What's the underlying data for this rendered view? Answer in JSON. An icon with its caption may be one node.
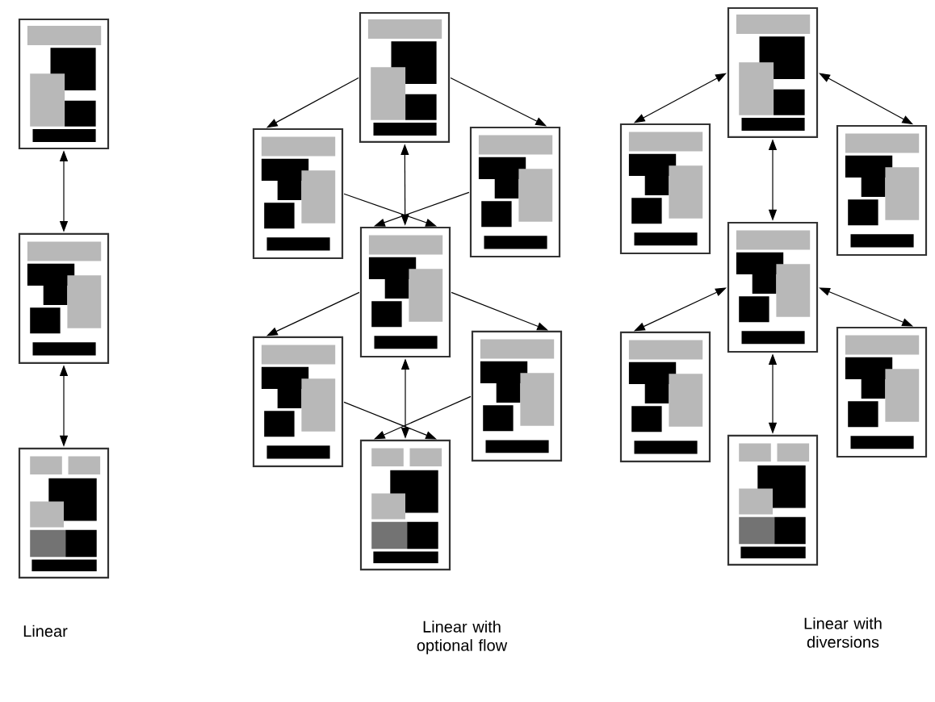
{
  "diagram": {
    "nodes": [
      {
        "text": [],
        "shape": "picture"
      },
      {
        "text": [],
        "shape": "picture"
      },
      {
        "text": [],
        "shape": "picture"
      },
      {
        "text": [],
        "shape": "picture"
      },
      {
        "text": [],
        "shape": "picture"
      },
      {
        "text": [],
        "shape": "picture"
      },
      {
        "text": [],
        "shape": "picture"
      },
      {
        "text": [],
        "shape": "picture"
      },
      {
        "text": [],
        "shape": "picture"
      },
      {
        "text": [],
        "shape": "picture"
      },
      {
        "text": [],
        "shape": "picture"
      },
      {
        "text": [],
        "shape": "picture"
      },
      {
        "text": [],
        "shape": "picture"
      },
      {
        "text": [],
        "shape": "picture"
      },
      {
        "text": [],
        "shape": "picture"
      },
      {
        "text": [],
        "shape": "picture"
      },
      {
        "text": [],
        "shape": "picture"
      }
    ],
    "edges": [
      {
        "from": 0,
        "to": 1,
        "arrow": "both"
      },
      {
        "from": 1,
        "to": 2,
        "arrow": "both"
      },
      {
        "from": 3,
        "to": 4,
        "arrow": "to"
      },
      {
        "from": 3,
        "to": 5,
        "arrow": "to"
      },
      {
        "from": 3,
        "to": 6,
        "arrow": "both"
      },
      {
        "from": 4,
        "to": 6,
        "arrow": "to"
      },
      {
        "from": 5,
        "to": 6,
        "arrow": "to"
      },
      {
        "from": 6,
        "to": 7,
        "arrow": "to"
      },
      {
        "from": 6,
        "to": 8,
        "arrow": "to"
      },
      {
        "from": 6,
        "to": 9,
        "arrow": "both"
      },
      {
        "from": 7,
        "to": 9,
        "arrow": "to"
      },
      {
        "from": 8,
        "to": 9,
        "arrow": "to"
      },
      {
        "from": 10,
        "to": 11,
        "arrow": "both"
      },
      {
        "from": 10,
        "to": 12,
        "arrow": "both"
      },
      {
        "from": 10,
        "to": 13,
        "arrow": "both"
      },
      {
        "from": 13,
        "to": 14,
        "arrow": "both"
      },
      {
        "from": 13,
        "to": 15,
        "arrow": "both"
      },
      {
        "from": 13,
        "to": 16,
        "arrow": "both"
      }
    ],
    "labels": [
      "Linear",
      "Linear with optional flow",
      "Linear with diversions"
    ]
  }
}
